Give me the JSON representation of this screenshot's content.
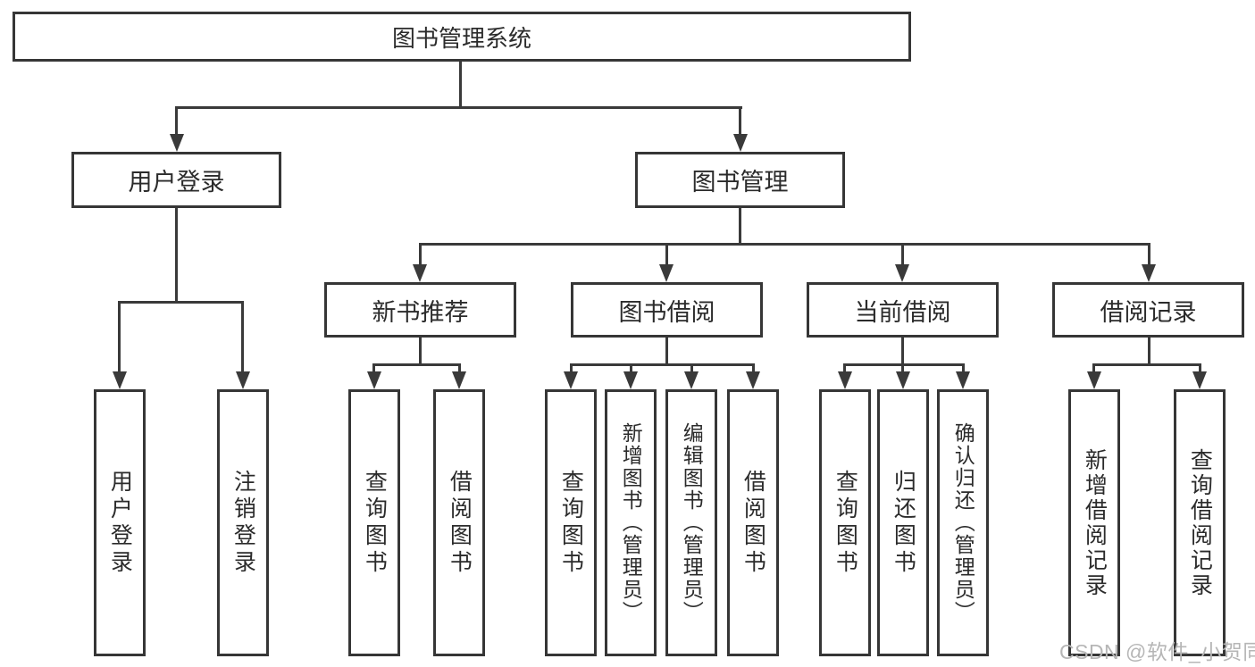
{
  "diagram_title": "图书管理系统",
  "tree": {
    "root": {
      "label": "图书管理系统"
    },
    "branches": [
      {
        "label": "用户登录",
        "children": [
          {
            "label": "用户登录"
          },
          {
            "label": "注销登录"
          }
        ]
      },
      {
        "label": "图书管理",
        "children": [
          {
            "label": "新书推荐",
            "children": [
              {
                "label": "查询图书"
              },
              {
                "label": "借阅图书"
              }
            ]
          },
          {
            "label": "图书借阅",
            "children": [
              {
                "label": "查询图书"
              },
              {
                "label": "新增图书（管理员）"
              },
              {
                "label": "编辑图书（管理员）"
              },
              {
                "label": "借阅图书"
              }
            ]
          },
          {
            "label": "当前借阅",
            "children": [
              {
                "label": "查询图书"
              },
              {
                "label": "归还图书"
              },
              {
                "label": "确认归还（管理员）"
              }
            ]
          },
          {
            "label": "借阅记录",
            "children": [
              {
                "label": "新增借阅记录"
              },
              {
                "label": "查询借阅记录"
              }
            ]
          }
        ]
      }
    ]
  },
  "watermark": {
    "text": "CSDN @软件_小贺同学"
  },
  "colors": {
    "line": "#3a3a3a",
    "box_border": "#363636",
    "text": "#2b2b2b",
    "watermark": "#b6b6b6",
    "background": "#ffffff"
  }
}
